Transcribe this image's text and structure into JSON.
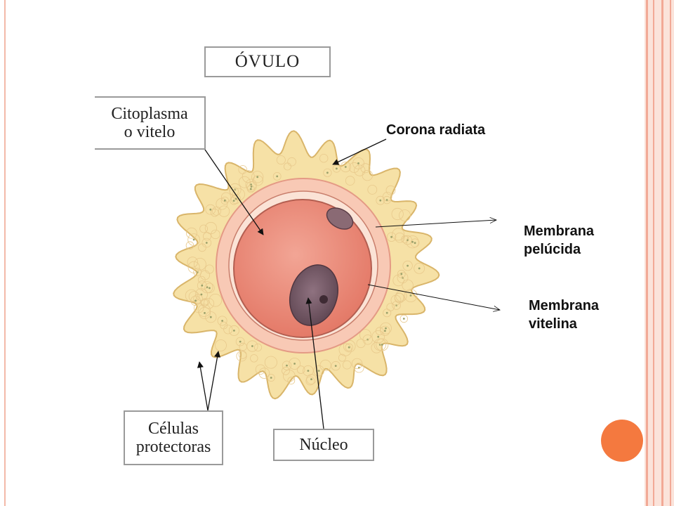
{
  "title": "ÓVULO",
  "labels": {
    "citoplasma_line1": "Citoplasma",
    "citoplasma_line2": "o vitelo",
    "corona": "Corona radiata",
    "pelucida_line1": "Membrana",
    "pelucida_line2": "pelúcida",
    "vitelina_line1": "Membrana",
    "vitelina_line2": "vitelina",
    "celulas_line1": "Células",
    "celulas_line2": "protectoras",
    "nucleo": "Núcleo"
  },
  "colors": {
    "corona_fill": "#f6e1a6",
    "corona_edge": "#d9b56a",
    "zona_fill": "#f8c9b5",
    "cytoplasm_fill": "#ef8e7c",
    "nucleus_fill": "#7d5f6c",
    "accent_dot": "#f4793f"
  }
}
